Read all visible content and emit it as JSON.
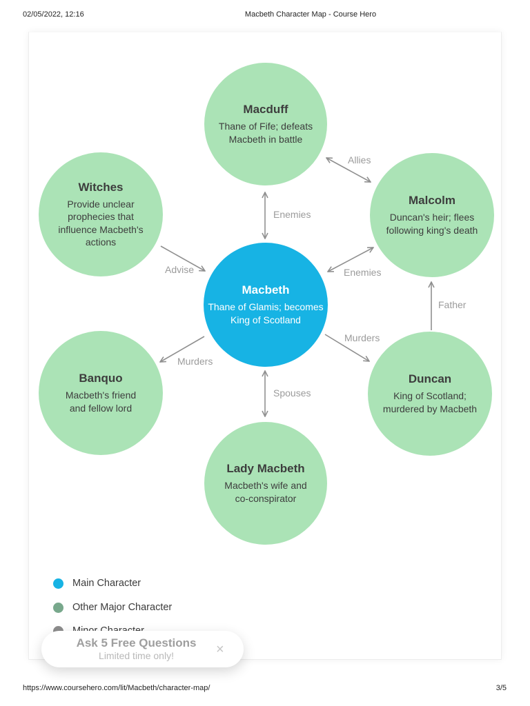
{
  "print_header": {
    "datetime": "02/05/2022, 12:16",
    "title": "Macbeth Character Map - Course Hero"
  },
  "print_footer": {
    "url": "https://www.coursehero.com/lit/Macbeth/character-map/",
    "page": "3/5"
  },
  "colors": {
    "main_character": "#17b3e4",
    "other_major_character_circle": "#abe3b6",
    "legend_other_major_dot": "#78a88c",
    "legend_minor_dot": "#8d8d8d",
    "arrow": "#8f8f8f"
  },
  "diagram": {
    "nodes": {
      "macduff": {
        "name": "Macduff",
        "desc": "Thane of Fife; defeats\nMacbeth in battle",
        "type": "other-major"
      },
      "witches": {
        "name": "Witches",
        "desc": "Provide unclear\nprophecies that\ninfluence Macbeth's\nactions",
        "type": "other-major"
      },
      "malcolm": {
        "name": "Malcolm",
        "desc": "Duncan's heir; flees\nfollowing king's death",
        "type": "other-major"
      },
      "macbeth": {
        "name": "Macbeth",
        "desc": "Thane of Glamis; becomes\nKing of Scotland",
        "type": "main"
      },
      "banquo": {
        "name": "Banquo",
        "desc": "Macbeth's friend\nand fellow lord",
        "type": "other-major"
      },
      "duncan": {
        "name": "Duncan",
        "desc": "King of Scotland;\nmurdered by Macbeth",
        "type": "other-major"
      },
      "lady_macbeth": {
        "name": "Lady Macbeth",
        "desc": "Macbeth's wife and\nco-conspirator",
        "type": "other-major"
      }
    },
    "edges": {
      "macbeth_macduff": {
        "label": "Enemies",
        "direction": "both"
      },
      "macduff_malcolm": {
        "label": "Allies",
        "direction": "both"
      },
      "witches_macbeth": {
        "label": "Advise",
        "direction": "one"
      },
      "macbeth_malcolm": {
        "label": "Enemies",
        "direction": "both"
      },
      "duncan_malcolm": {
        "label": "Father",
        "direction": "one"
      },
      "macbeth_duncan": {
        "label": "Murders",
        "direction": "one"
      },
      "macbeth_banquo": {
        "label": "Murders",
        "direction": "one"
      },
      "macbeth_lady": {
        "label": "Spouses",
        "direction": "both"
      }
    }
  },
  "legend": {
    "main": {
      "label": "Main Character",
      "color": "#17b3e4"
    },
    "other_major": {
      "label": "Other Major Character",
      "color": "#78a88c"
    },
    "minor": {
      "label": "Minor Character",
      "color": "#8d8d8d"
    }
  },
  "toast": {
    "title": "Ask 5 Free Questions",
    "subtitle": "Limited time only!",
    "close": "×"
  }
}
